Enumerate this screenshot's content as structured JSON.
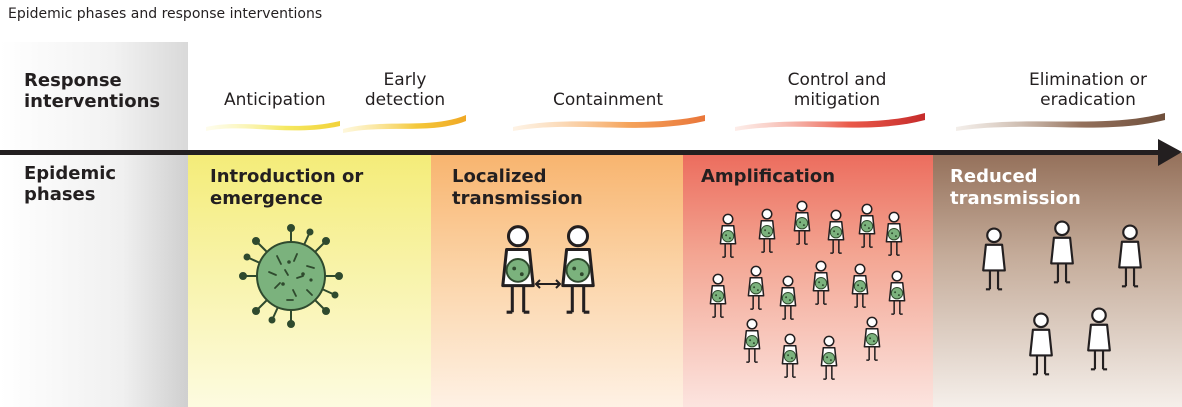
{
  "title": "Epidemic phases and response interventions",
  "rows": {
    "response": "Response\ninterventions",
    "phases": "Epidemic\nphases"
  },
  "interventions": [
    "Anticipation",
    "Early\ndetection",
    "Containment",
    "Control and\nmitigation",
    "Elimination or\neradication"
  ],
  "phases": [
    "Introduction or\nemergence",
    "Localized\ntransmission",
    "Amplification",
    "Reduced\ntransmission"
  ],
  "colors": {
    "yellow": "#f6f08a",
    "orange": "#f7b36e",
    "red": "#ec6a5a",
    "brown": "#93715a",
    "virus_green": "#7bb27d",
    "arrow": "#231f20"
  }
}
